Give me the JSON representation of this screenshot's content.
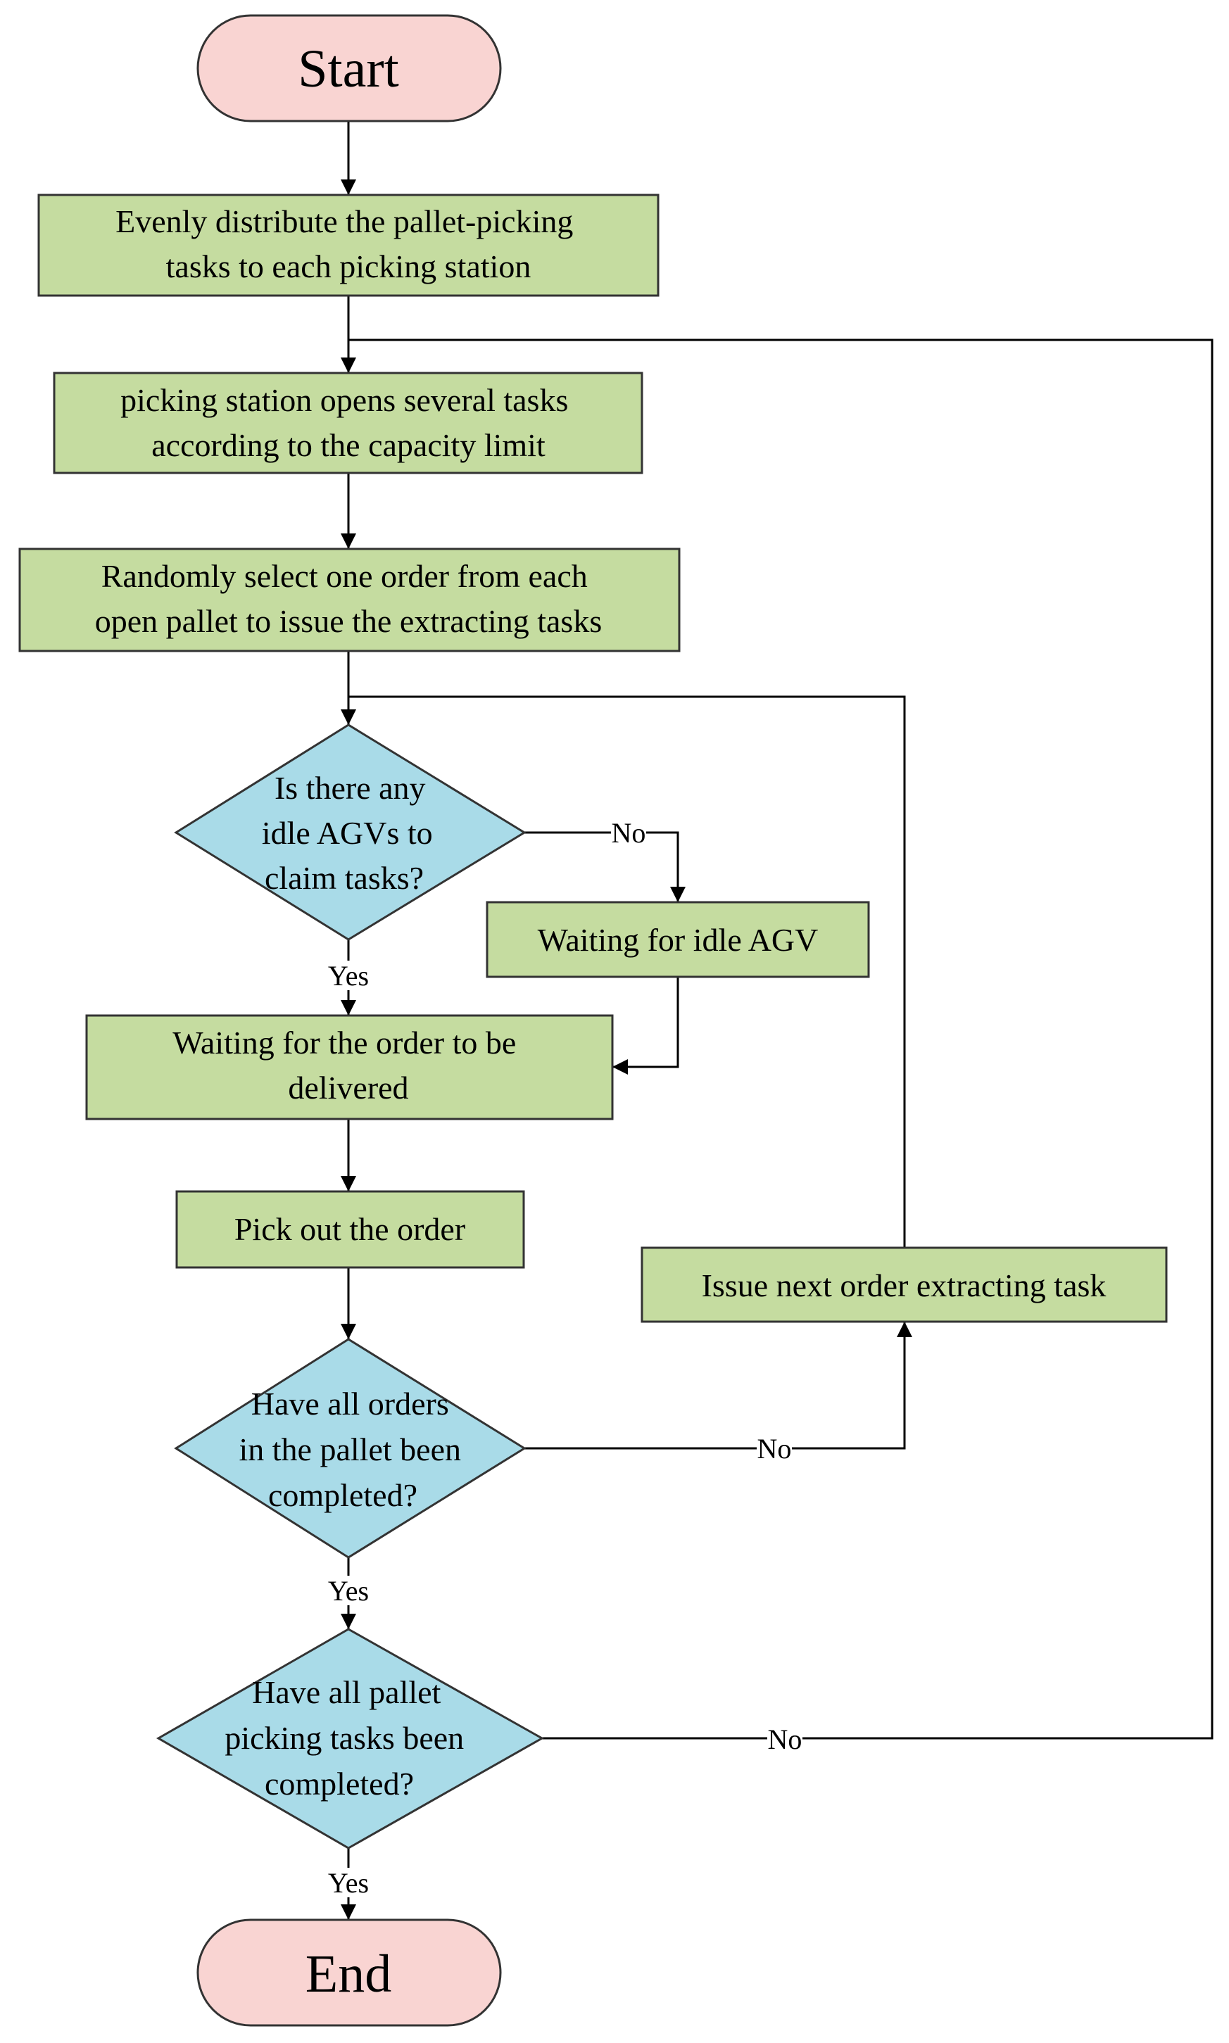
{
  "nodes": {
    "start": "Start",
    "distribute": [
      "Evenly distribute the pallet-picking",
      "tasks to each picking station"
    ],
    "open_tasks": [
      "picking station opens several tasks",
      "according to the capacity limit"
    ],
    "select_order": [
      "Randomly select one order from each",
      "open pallet  to issue  the extracting tasks"
    ],
    "idle_agv_decision": [
      "Is there any",
      "idle AGVs to",
      "claim tasks?"
    ],
    "wait_idle_agv": [
      "Waiting for idle AGV"
    ],
    "wait_delivered": [
      "Waiting for the order to be",
      "delivered"
    ],
    "pick_out": [
      "Pick out the order"
    ],
    "issue_next": [
      "Issue  next order extracting task"
    ],
    "orders_completed_decision": [
      "Have all orders",
      "in the pallet been",
      "completed?"
    ],
    "pallet_tasks_decision": [
      "Have all pallet",
      "picking tasks been",
      "completed?"
    ],
    "end": "End"
  },
  "labels": {
    "idle_no": "No",
    "idle_yes": "Yes",
    "orders_no": "No",
    "orders_yes": "Yes",
    "pallet_no": "No",
    "pallet_yes": "Yes"
  }
}
